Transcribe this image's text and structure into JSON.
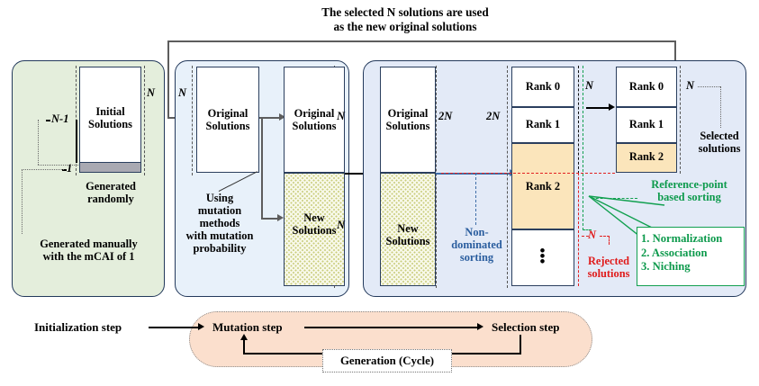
{
  "figure": {
    "title_line1": "The selected N solutions are used",
    "title_line2": "as the new original solutions"
  },
  "initialization": {
    "panel_name": "Initialization step",
    "box_label_line1": "Initial",
    "box_label_line2": "Solutions",
    "tag_N": "N",
    "tag_N_minus_1": "N-1",
    "tag_1": "1",
    "note_random_line1": "Generated",
    "note_random_line2": "randomly",
    "note_manual_line1": "Generated manually",
    "note_manual_line2": "with the mCAI of 1"
  },
  "mutation": {
    "panel_name": "Mutation step",
    "in_tag_N": "N",
    "orig_label_line1": "Original",
    "orig_label_line2": "Solutions",
    "orig2_label_line1": "Original",
    "orig2_label_line2": "Solutions",
    "orig2_tag_N": "N",
    "new_label_line1": "New",
    "new_label_line2": "Solutions",
    "new_tag_N": "N",
    "method_note_line1": "Using",
    "method_note_line2": "mutation",
    "method_note_line3": "methods",
    "method_note_line4": "with mutation",
    "method_note_line5": "probability"
  },
  "selection": {
    "panel_name": "Selection step",
    "combined_orig_line1": "Original",
    "combined_orig_line2": "Solutions",
    "combined_new_line1": "New",
    "combined_new_line2": "Solutions",
    "combined_tag_2N": "2N",
    "sorted_in_tag_2N": "2N",
    "nondominated_line1": "Non-",
    "nondominated_line2": "dominated",
    "nondominated_line3": "sorting",
    "sorted_ranks": [
      "Rank 0",
      "Rank 1",
      "Rank 2"
    ],
    "sorted_overflow_dots": "⋮",
    "sorted_tag_N": "N",
    "rejected_tag_N": "N",
    "rejected_line1": "Rejected",
    "rejected_line2": "solutions",
    "selected_ranks": [
      "Rank 0",
      "Rank 1",
      "Rank 2"
    ],
    "selected_tag_N": "N",
    "selected_line1": "Selected",
    "selected_line2": "solutions",
    "refpoint_line1": "Reference-point",
    "refpoint_line2": "based sorting",
    "steps": [
      "1. Normalization",
      "2. Association",
      "3. Niching"
    ]
  },
  "flow": {
    "initialization_step": "Initialization step",
    "mutation_step": "Mutation step",
    "selection_step": "Selection step",
    "generation_cycle": "Generation (Cycle)"
  },
  "colors": {
    "init_panel": "#e4eedc",
    "mutation_panel": "#e8f1fa",
    "selection_panel": "#e3eaf7",
    "panel_border": "#23395b",
    "new_solutions_fill": "#f7f8e8",
    "rank2_fill": "#fbe5bb",
    "rejected": "#e01b1b",
    "reference_green": "#0d9a4c",
    "nondominated_blue": "#2a5d9e",
    "bottom_pill": "#fbdfcd"
  }
}
